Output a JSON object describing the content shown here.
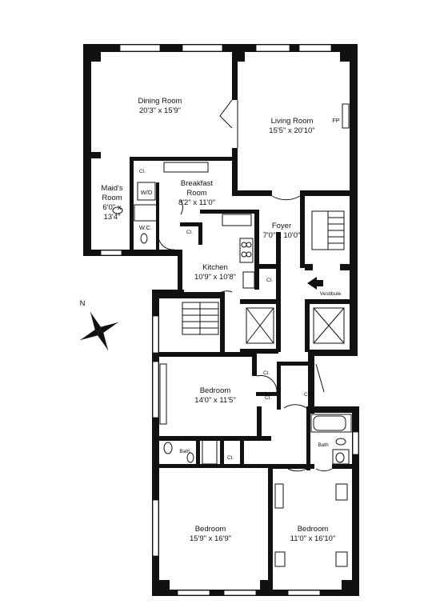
{
  "rooms": {
    "dining": {
      "name": "Dining Room",
      "dims": "20'3\" x 15'9\""
    },
    "living": {
      "name": "Living Room",
      "dims": "15'5\" x 20'10\""
    },
    "fireplace": "FP",
    "maids": {
      "line1": "Maid's",
      "line2": "Room",
      "line3": "6'0\" x",
      "line4": "13'4\""
    },
    "breakfast": {
      "line1": "Breakfast",
      "line2": "Room",
      "dims": "8'2\" x 11'0\""
    },
    "wd": "W/D",
    "wc": "W.C.",
    "foyer": {
      "name": "Foyer",
      "dims": "7'0\" x 10'0\""
    },
    "kitchen": {
      "name": "Kitchen",
      "dims": "10'9\" x 10'8\""
    },
    "vestibule": "Vestibule",
    "bedroom1": {
      "name": "Bedroom",
      "dims": "14'0\" x 11'5\""
    },
    "bedroom2": {
      "name": "Bedroom",
      "dims": "15'9\" x 16'9\""
    },
    "bedroom3": {
      "name": "Bedroom",
      "dims": "11'0\" x 16'10\""
    },
    "bath": "Bath",
    "closet": "Cl."
  },
  "compass": {
    "north": "N",
    "icon": "compass-rose-icon"
  }
}
